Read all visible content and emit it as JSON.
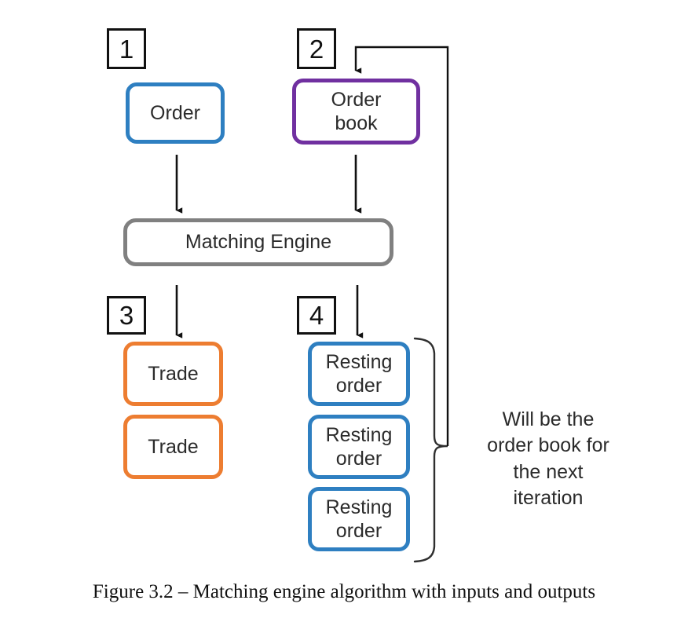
{
  "figure": {
    "caption": "Figure 3.2 – Matching engine algorithm with inputs and outputs"
  },
  "steps": [
    {
      "number": "1",
      "label": "Order"
    },
    {
      "number": "2",
      "label": "Order book"
    },
    {
      "number": "3",
      "label": "Trade"
    },
    {
      "number": "4",
      "label": "Resting order"
    }
  ],
  "nodes": {
    "order": {
      "label": "Order",
      "color": "#2E7FC1"
    },
    "order_book": {
      "label": "Order\nbook",
      "color": "#7030A0"
    },
    "matching_engine": {
      "label": "Matching Engine",
      "color": "#808080"
    },
    "trade_1": {
      "label": "Trade",
      "color": "#ED7D31"
    },
    "trade_2": {
      "label": "Trade",
      "color": "#ED7D31"
    },
    "resting_order_1": {
      "label": "Resting\norder",
      "color": "#2E7FC1"
    },
    "resting_order_2": {
      "label": "Resting\norder",
      "color": "#2E7FC1"
    },
    "resting_order_3": {
      "label": "Resting\norder",
      "color": "#2E7FC1"
    }
  },
  "annotations": {
    "feedback_note": "Will be the\norder book for\nthe next\niteration"
  },
  "chart_data": {
    "type": "diagram",
    "title": "Matching engine algorithm with inputs and outputs",
    "inputs": [
      "Order",
      "Order book"
    ],
    "process": "Matching Engine",
    "outputs": [
      "Trade",
      "Trade",
      "Resting order",
      "Resting order",
      "Resting order"
    ],
    "edges": [
      {
        "from": "Order",
        "to": "Matching Engine"
      },
      {
        "from": "Order book",
        "to": "Matching Engine"
      },
      {
        "from": "Matching Engine",
        "to": "Trade"
      },
      {
        "from": "Matching Engine",
        "to": "Resting order"
      },
      {
        "from": "Resting orders",
        "to": "Order book",
        "label": "Will be the order book for the next iteration"
      }
    ]
  }
}
